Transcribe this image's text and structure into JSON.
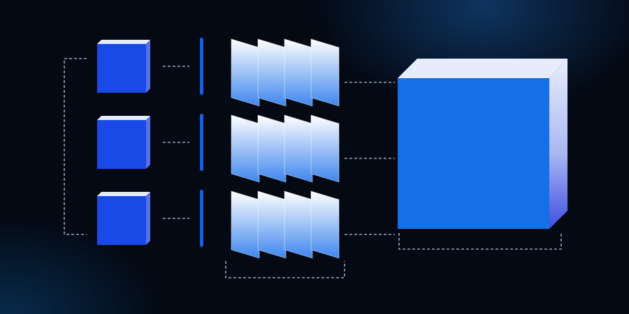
{
  "colors": {
    "background": "#040914",
    "glow": "#16589e",
    "small_cube_face": "#1a4ae6",
    "large_cube_face": "#1570e8",
    "cube_top": "#e6ecfb",
    "cube_side": "#5a6fe8",
    "divider": "#1b5fe0",
    "panel_top": "#ffffff",
    "panel_bottom": "#3f86ee",
    "connector": "#9aa3b3"
  },
  "rows": [
    {
      "input_cube": "small-cube-icon",
      "panels": 4
    },
    {
      "input_cube": "small-cube-icon",
      "panels": 4
    },
    {
      "input_cube": "small-cube-icon",
      "panels": 4
    }
  ],
  "output_cube": "large-cube-icon",
  "connector_style": "dashed"
}
